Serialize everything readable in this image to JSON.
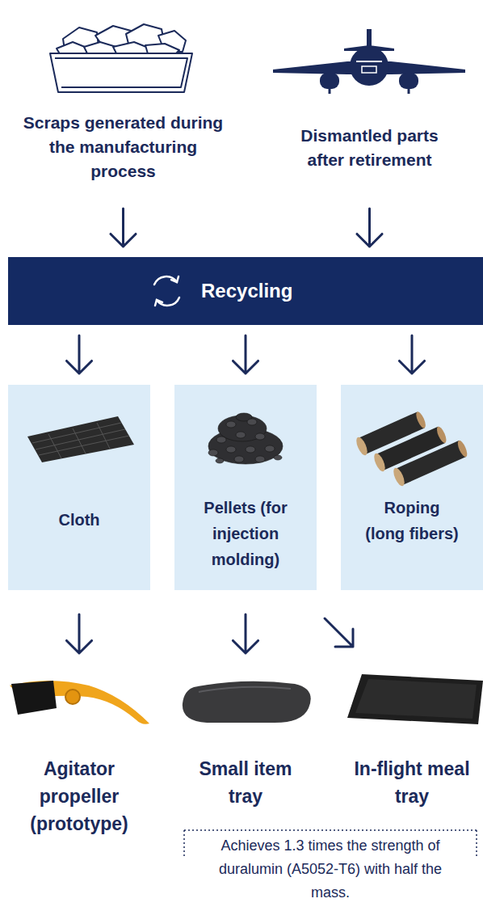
{
  "diagram": {
    "nodes": [
      {
        "text": [
          "Scraps generated during the manufacturing process"
        ]
      },
      {
        "text": [
          "Dismantled parts after retirement"
        ]
      },
      {
        "text": [
          "Recycling"
        ]
      },
      {
        "text": [
          "Cloth"
        ]
      },
      {
        "text": [
          "Pellets (for injection molding)"
        ]
      },
      {
        "text": [
          "Roping (long fibers)"
        ]
      },
      {
        "text": [
          "Agitator propeller (prototype)"
        ]
      },
      {
        "text": [
          "Small item tray"
        ]
      },
      {
        "text": [
          "In-flight meal tray"
        ]
      },
      {
        "text": [
          "Achieves 1.3 times the strength of duralumin (A5052-T6) with half the mass."
        ]
      }
    ],
    "edges": [
      {
        "from": 0,
        "to": 2,
        "arrow": "to"
      },
      {
        "from": 1,
        "to": 2,
        "arrow": "to"
      },
      {
        "from": 2,
        "to": 3,
        "arrow": "to"
      },
      {
        "from": 2,
        "to": 4,
        "arrow": "to"
      },
      {
        "from": 2,
        "to": 5,
        "arrow": "to"
      },
      {
        "from": 3,
        "to": 6,
        "arrow": "to"
      },
      {
        "from": 4,
        "to": 7,
        "arrow": "to"
      },
      {
        "from": 4,
        "to": 8,
        "arrow": "to"
      }
    ]
  }
}
